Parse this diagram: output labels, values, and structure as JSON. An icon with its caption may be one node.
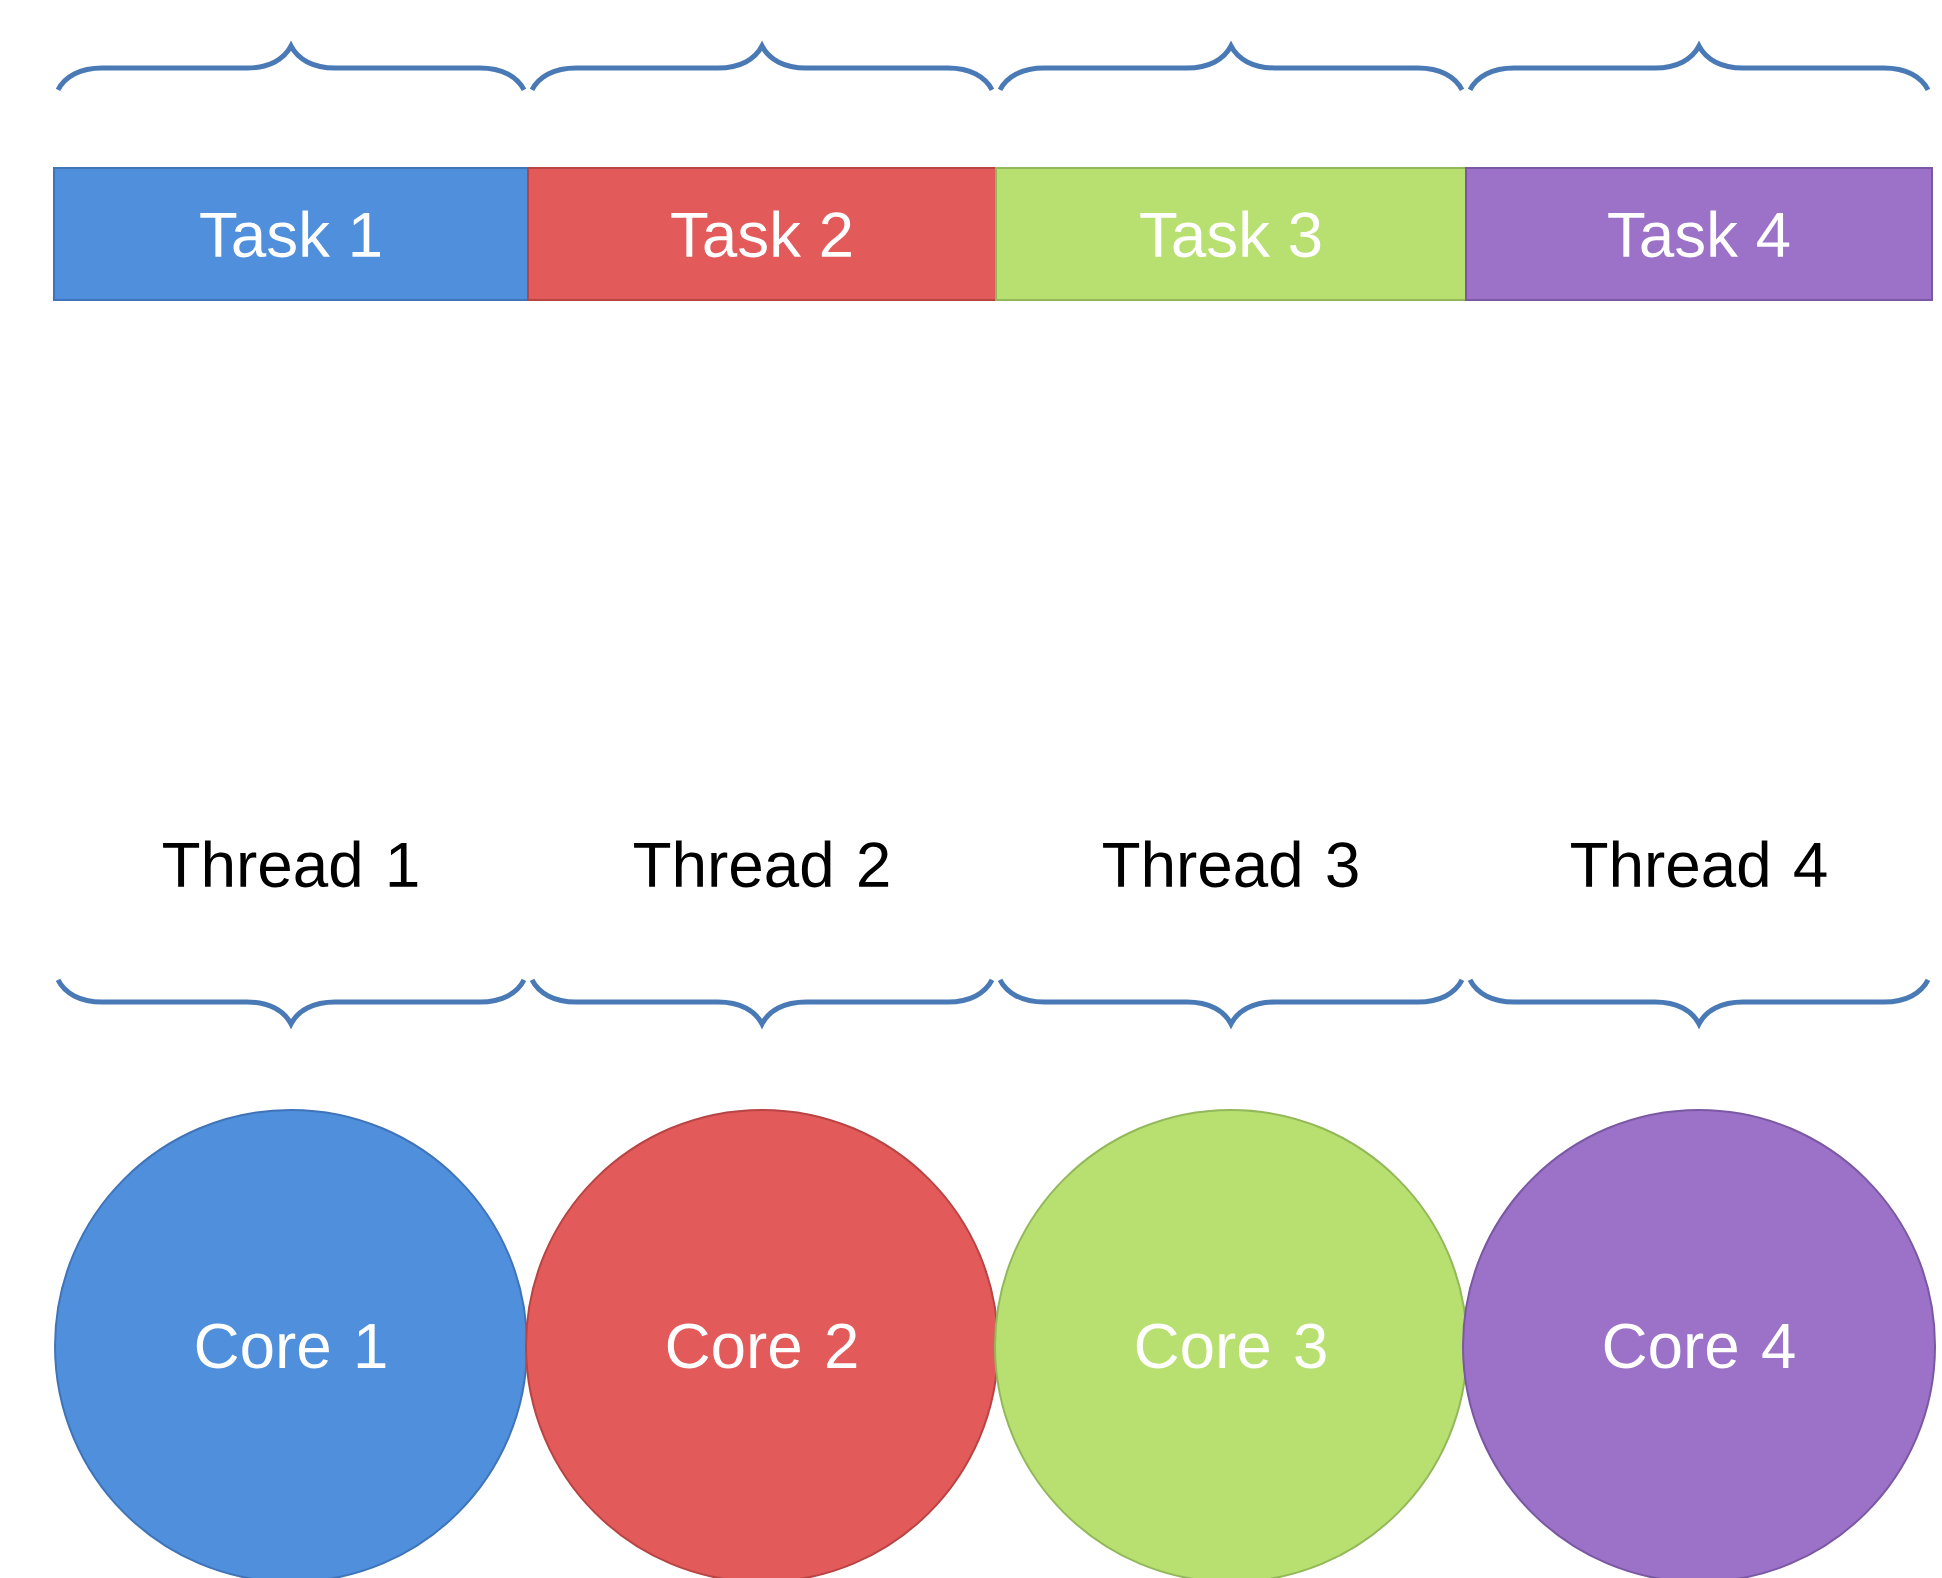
{
  "diagram": {
    "nodes": [
      {
        "text": [
          "Task 1"
        ]
      },
      {
        "text": [
          "Task 2"
        ]
      },
      {
        "text": [
          "Task 3"
        ]
      },
      {
        "text": [
          "Task 4"
        ]
      },
      {
        "text": [
          "Core 1"
        ]
      },
      {
        "text": [
          "Core 2"
        ]
      },
      {
        "text": [
          "Core 3"
        ]
      },
      {
        "text": [
          "Core 4"
        ]
      }
    ],
    "labels": [
      "Thread 1",
      "Thread 2",
      "Thread 3",
      "Thread 4"
    ]
  }
}
